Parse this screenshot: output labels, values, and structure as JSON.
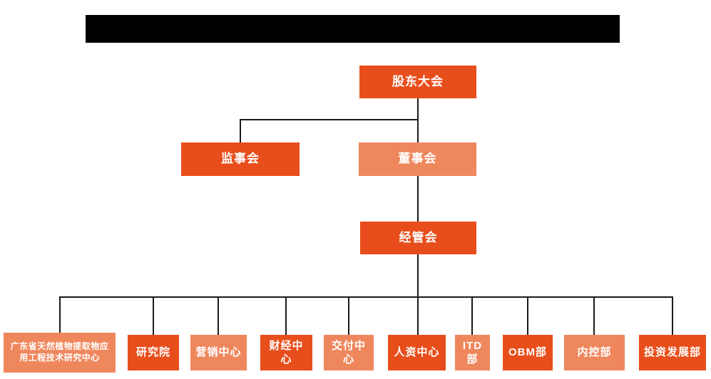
{
  "colors": {
    "primary_orange": "#E84E1B",
    "secondary_salmon": "#EF875D",
    "connector_line": "#1A1A1A",
    "redacted_title_bar": "#000000",
    "node_text": "#FFFFFF"
  },
  "org": {
    "level1": {
      "shareholders": "股东大会"
    },
    "level2": {
      "supervisory": "监事会",
      "board": "董事会"
    },
    "level3": {
      "management": "经管会"
    },
    "departments": [
      {
        "label": "广东省天然植物提取物应用工程技术研究中心",
        "variant": "light"
      },
      {
        "label": "研究院",
        "variant": "dark"
      },
      {
        "label": "营销中心",
        "variant": "light"
      },
      {
        "label": "财经中心",
        "variant": "dark"
      },
      {
        "label": "交付中心",
        "variant": "light"
      },
      {
        "label": "人资中心",
        "variant": "dark"
      },
      {
        "label": "ITD部",
        "variant": "light"
      },
      {
        "label": "OBM部",
        "variant": "dark"
      },
      {
        "label": "内控部",
        "variant": "light"
      },
      {
        "label": "投资发展部",
        "variant": "dark"
      }
    ]
  }
}
